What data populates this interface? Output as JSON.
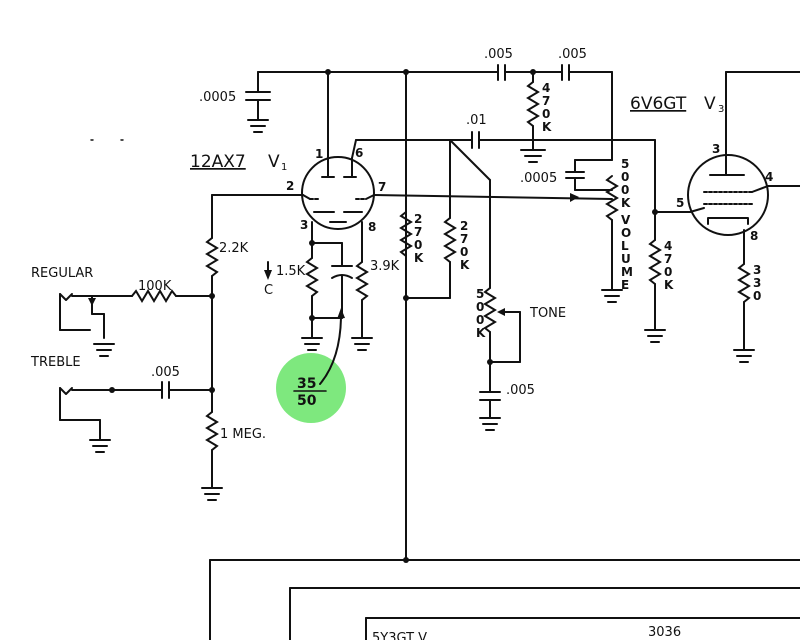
{
  "highlight": {
    "color": "#7ee87e",
    "value_top": "35",
    "value_bottom": "50"
  },
  "tubes": {
    "v1": {
      "type": "12AX7",
      "ref": "V",
      "sub": "1",
      "pins": [
        "1",
        "6",
        "2",
        "7",
        "3",
        "8"
      ]
    },
    "v3": {
      "type": "6V6GT",
      "ref": "V",
      "sub": "3",
      "pins": [
        "3",
        "4",
        "5",
        "8"
      ]
    },
    "rectifier": {
      "type": "5Y3GT",
      "ref": "V",
      "partial": "5Y3GT V"
    }
  },
  "inputs": {
    "regular": "REGULAR",
    "treble": "TREBLE"
  },
  "components": {
    "cap_0005_left": ".0005",
    "cap_005_top_a": ".005",
    "cap_005_top_b": ".005",
    "cap_01": ".01",
    "cap_0005_mid": ".0005",
    "cap_005_treble": ".005",
    "cap_005_tone": ".005",
    "res_22k": "2.2K",
    "res_100k": "100K",
    "res_1meg": "1 MEG.",
    "res_15k": "1.5K",
    "res_39k": "3.9K",
    "res_c": "C",
    "tone_label": "TONE"
  },
  "vertical_labels": {
    "res_470k_top": [
      "4",
      "7",
      "0",
      "K"
    ],
    "res_270k_a": [
      "2",
      "7",
      "0",
      "K"
    ],
    "res_270k_b": [
      "2",
      "7",
      "0",
      "K"
    ],
    "pot_500k_tone": [
      "5",
      "0",
      "0",
      "K"
    ],
    "pot_500k_volume": [
      "5",
      "0",
      "0",
      "K",
      "V",
      "O",
      "L",
      "U",
      "M",
      "E"
    ],
    "res_470k_grid": [
      "4",
      "7",
      "0",
      "K"
    ],
    "res_330": [
      "3",
      "3",
      "0"
    ]
  },
  "part_number": "3036"
}
